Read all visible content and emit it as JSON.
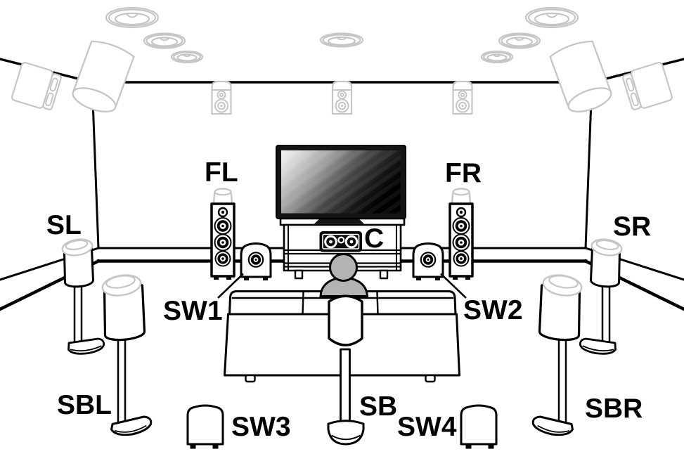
{
  "colors": {
    "outline": "#000000",
    "muted_gray": "#c6c6c6",
    "person_fill": "#b3b3b3",
    "tv_screen_dark": "#141414",
    "background": "#ffffff"
  },
  "speaker_labels": {
    "front_left": "FL",
    "front_right": "FR",
    "center": "C",
    "surround_left": "SL",
    "surround_right": "SR",
    "surround_back_left": "SBL",
    "surround_back_right": "SBR",
    "surround_back": "SB",
    "subwoofer_1": "SW1",
    "subwoofer_2": "SW2",
    "subwoofer_3": "SW3",
    "subwoofer_4": "SW4"
  }
}
